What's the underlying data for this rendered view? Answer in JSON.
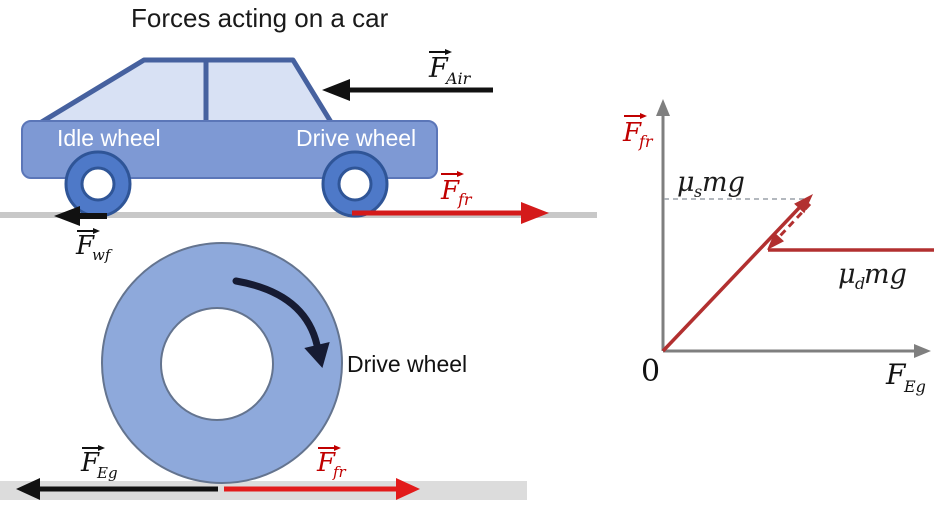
{
  "title": "Forces acting on a car",
  "car_figure": {
    "idle_wheel_label": "Idle wheel",
    "drive_wheel_label": "Drive wheel",
    "air_drag": {
      "base": "F",
      "sub": "Air"
    },
    "friction": {
      "base": "F",
      "sub": "fr"
    },
    "wheel_friction": {
      "base": "F",
      "sub": "wf"
    }
  },
  "wheel_figure": {
    "caption": "Drive wheel",
    "engine_force": {
      "base": "F",
      "sub": "Eg"
    },
    "friction_force": {
      "base": "F",
      "sub": "fr"
    }
  },
  "graph": {
    "y_axis_label": {
      "base": "F",
      "sub": "fr"
    },
    "x_axis_label": {
      "base": "F",
      "sub": "Eg"
    },
    "origin_label": "0",
    "static_peak_label": {
      "mu": "μ",
      "sub": "s",
      "rest": "mg"
    },
    "kinetic_level_label": {
      "mu": "μ",
      "sub": "d",
      "rest": "mg"
    }
  },
  "colors": {
    "car_body_blue": "#7E99D4",
    "window_blue": "#D8E1F4",
    "outline_blue": "#46619F",
    "wheel_blue": "#4E79C8",
    "wheel_outline_blue": "#2F5597",
    "big_wheel_blue": "#8EA9DB",
    "ground_gray": "#C8C8C8",
    "ground_bar_gray": "#DCDCDC",
    "force_red": "#D41A1A",
    "graph_red": "#B23030",
    "label_red": "#C00000",
    "axis_gray": "#7F7F7F",
    "ink_black": "#111111"
  },
  "chart_data": {
    "type": "line",
    "title": "",
    "xlabel": "F_Eg",
    "ylabel": "F_fr",
    "axis_numeric_labels": false,
    "grid": false,
    "annotations": [
      "μs mg (dashed guideline at static peak)",
      "μd mg (kinetic level)",
      "0 at origin"
    ],
    "series": [
      {
        "name": "static rise (arrow up-right)",
        "x": [
          0,
          1.0
        ],
        "y": [
          0,
          1.0
        ]
      },
      {
        "name": "drop after slipping (dashed arrow down-left)",
        "x": [
          1.0,
          0.72
        ],
        "y": [
          0.97,
          0.69
        ]
      },
      {
        "name": "kinetic level",
        "x": [
          0.7,
          1.85
        ],
        "y": [
          0.66,
          0.66
        ]
      }
    ],
    "ylim_markers": {
      "static_peak": "μs·mg",
      "kinetic_level": "μd·mg"
    }
  }
}
